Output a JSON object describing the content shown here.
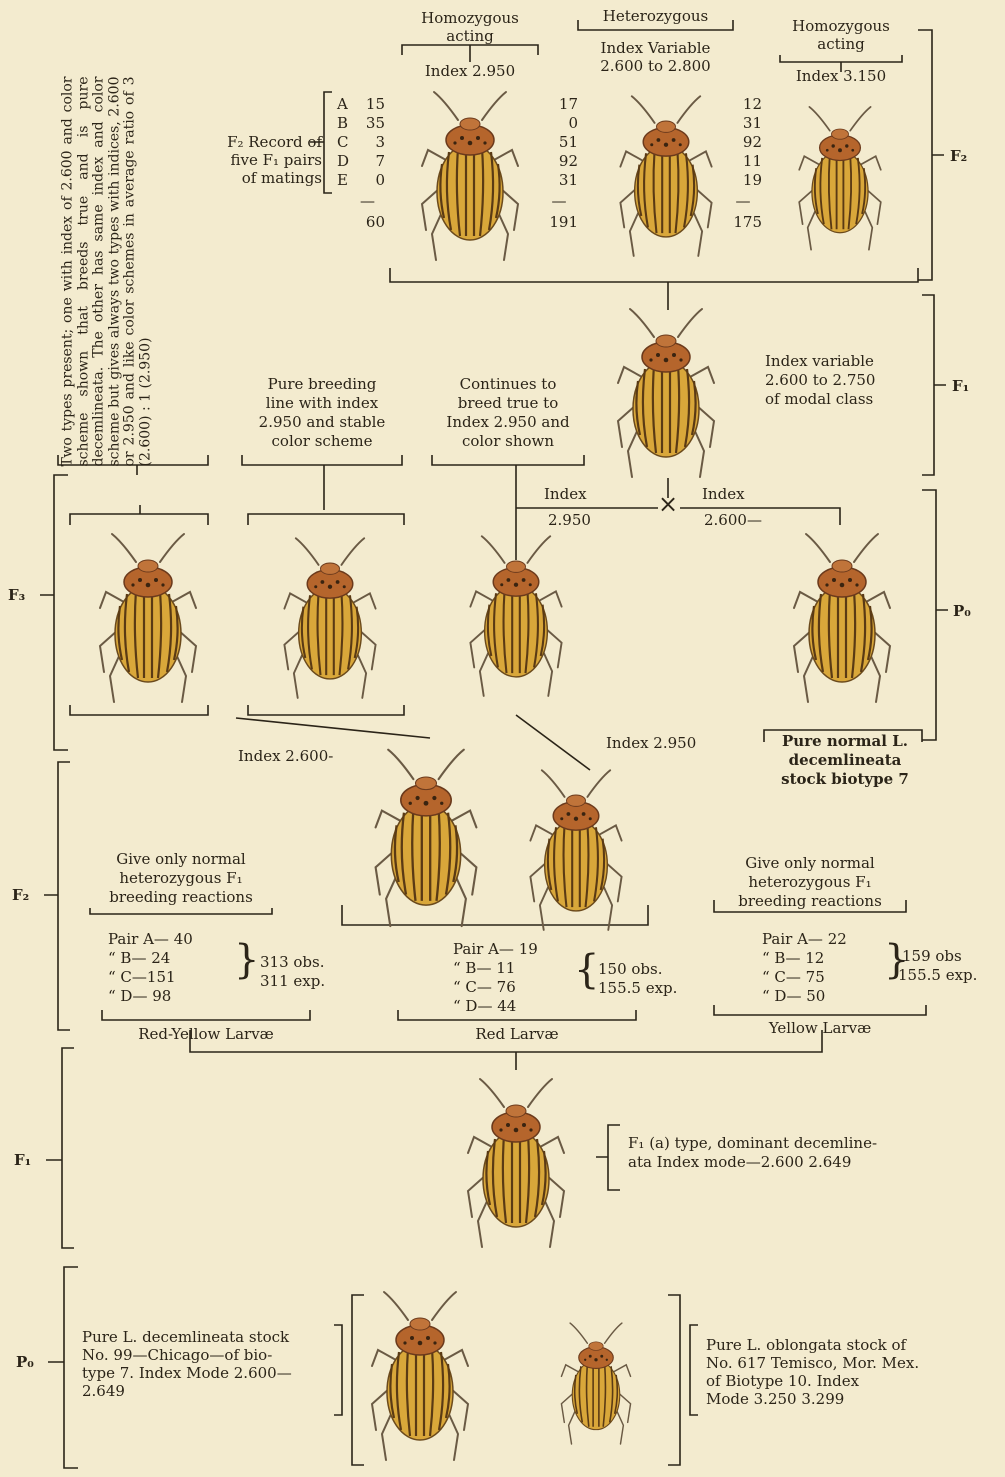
{
  "colors": {
    "paper": "#f3ebcf",
    "ink": "#2b2418",
    "beetle_body": "#d9a73a",
    "beetle_stripe": "#5a3a14",
    "beetle_head": "#b5652c",
    "legs": "#6a5a44"
  },
  "generations": {
    "f2_top": "F₂",
    "f1_top": "F₁",
    "p0_right": "P₀",
    "f3": "F₃",
    "f2": "F₂",
    "f1": "F₁",
    "p0": "P₀"
  },
  "top": {
    "homo1": {
      "line1": "Homozygous",
      "line2": "acting",
      "index": "Index 2.950"
    },
    "hetero": {
      "label": "Heterozygous",
      "line1": "Index Variable",
      "line2": "2.600 to 2.800"
    },
    "homo2": {
      "line1": "Homozygous",
      "line2": "acting",
      "index": "Index 3.150"
    },
    "record": {
      "line1": "F₂ Record of",
      "line2": "five F₁ pairs",
      "line3": "of matings"
    },
    "letters": "A\nB\nC\nD\nE",
    "col1": "15\n35\n3\n7\n0",
    "col2": "17\n0\n51\n92\n31",
    "col3": "12\n31\n92\n11\n19",
    "dash": "—",
    "total1": "60",
    "total2": "191",
    "total3": "175"
  },
  "vertical_note": "Two types present; one with index of 2.600 and color scheme shown that breeds true and is pure decemlineata. The other has same index and color scheme but gives always two types with indices, 2.600 or 2.950 and like color schemes in average ratio of 3 (2.600) : 1 (2.950)",
  "mid": {
    "pure_line": "Pure breeding\nline with index\n2.950 and stable\ncolor scheme",
    "continues": "Continues to\nbreed true to\nIndex 2.950 and\ncolor shown",
    "f1_variable": "Index variable\n2.600 to 2.750\nof modal class",
    "cross_left_a": "Index",
    "cross_left_b": "2.950",
    "cross_right_a": "Index",
    "cross_right_b": "2.600—",
    "cross_symbol": "×",
    "pure_normal": "Pure normal L.\ndecemlineata\nstock biotype 7",
    "index_left": "Index 2.600-",
    "index_right": "Index 2.950"
  },
  "f2_section": {
    "left_note": "Give only normal\nheterozygous F₁\nbreeding reactions",
    "right_note": "Give only normal\nheterozygous F₁\nbreeding reactions",
    "red_yellow": {
      "pairs": "Pair A— 40\n“ B— 24\n“ C—151\n“ D— 98",
      "obs": "313 obs.",
      "exp": "311 exp.",
      "label": "Red-Yellow Larvæ"
    },
    "red": {
      "pairs": "Pair A— 19\n“ B— 11\n“ C— 76\n“ D— 44",
      "obs": "150 obs.",
      "exp": "155.5 exp.",
      "label": "Red Larvæ"
    },
    "yellow": {
      "pairs": "Pair A— 22\n“ B— 12\n“ C— 75\n“ D— 50",
      "obs": "159 obs",
      "exp": "155.5 exp.",
      "label": "Yellow Larvæ"
    }
  },
  "f1_section": {
    "note": "F₁ (a) type, dominant decemline-\nata Index mode—2.600 2.649"
  },
  "p0_section": {
    "left_note": "Pure L. decemlineata stock\nNo. 99—Chicago—of bio-\ntype 7. Index Mode 2.600—\n2.649",
    "right_note": "Pure L. oblongata stock of\nNo. 617 Temisco, Mor. Mex.\nof Biotype 10. Index\nMode 3.250 3.299"
  }
}
